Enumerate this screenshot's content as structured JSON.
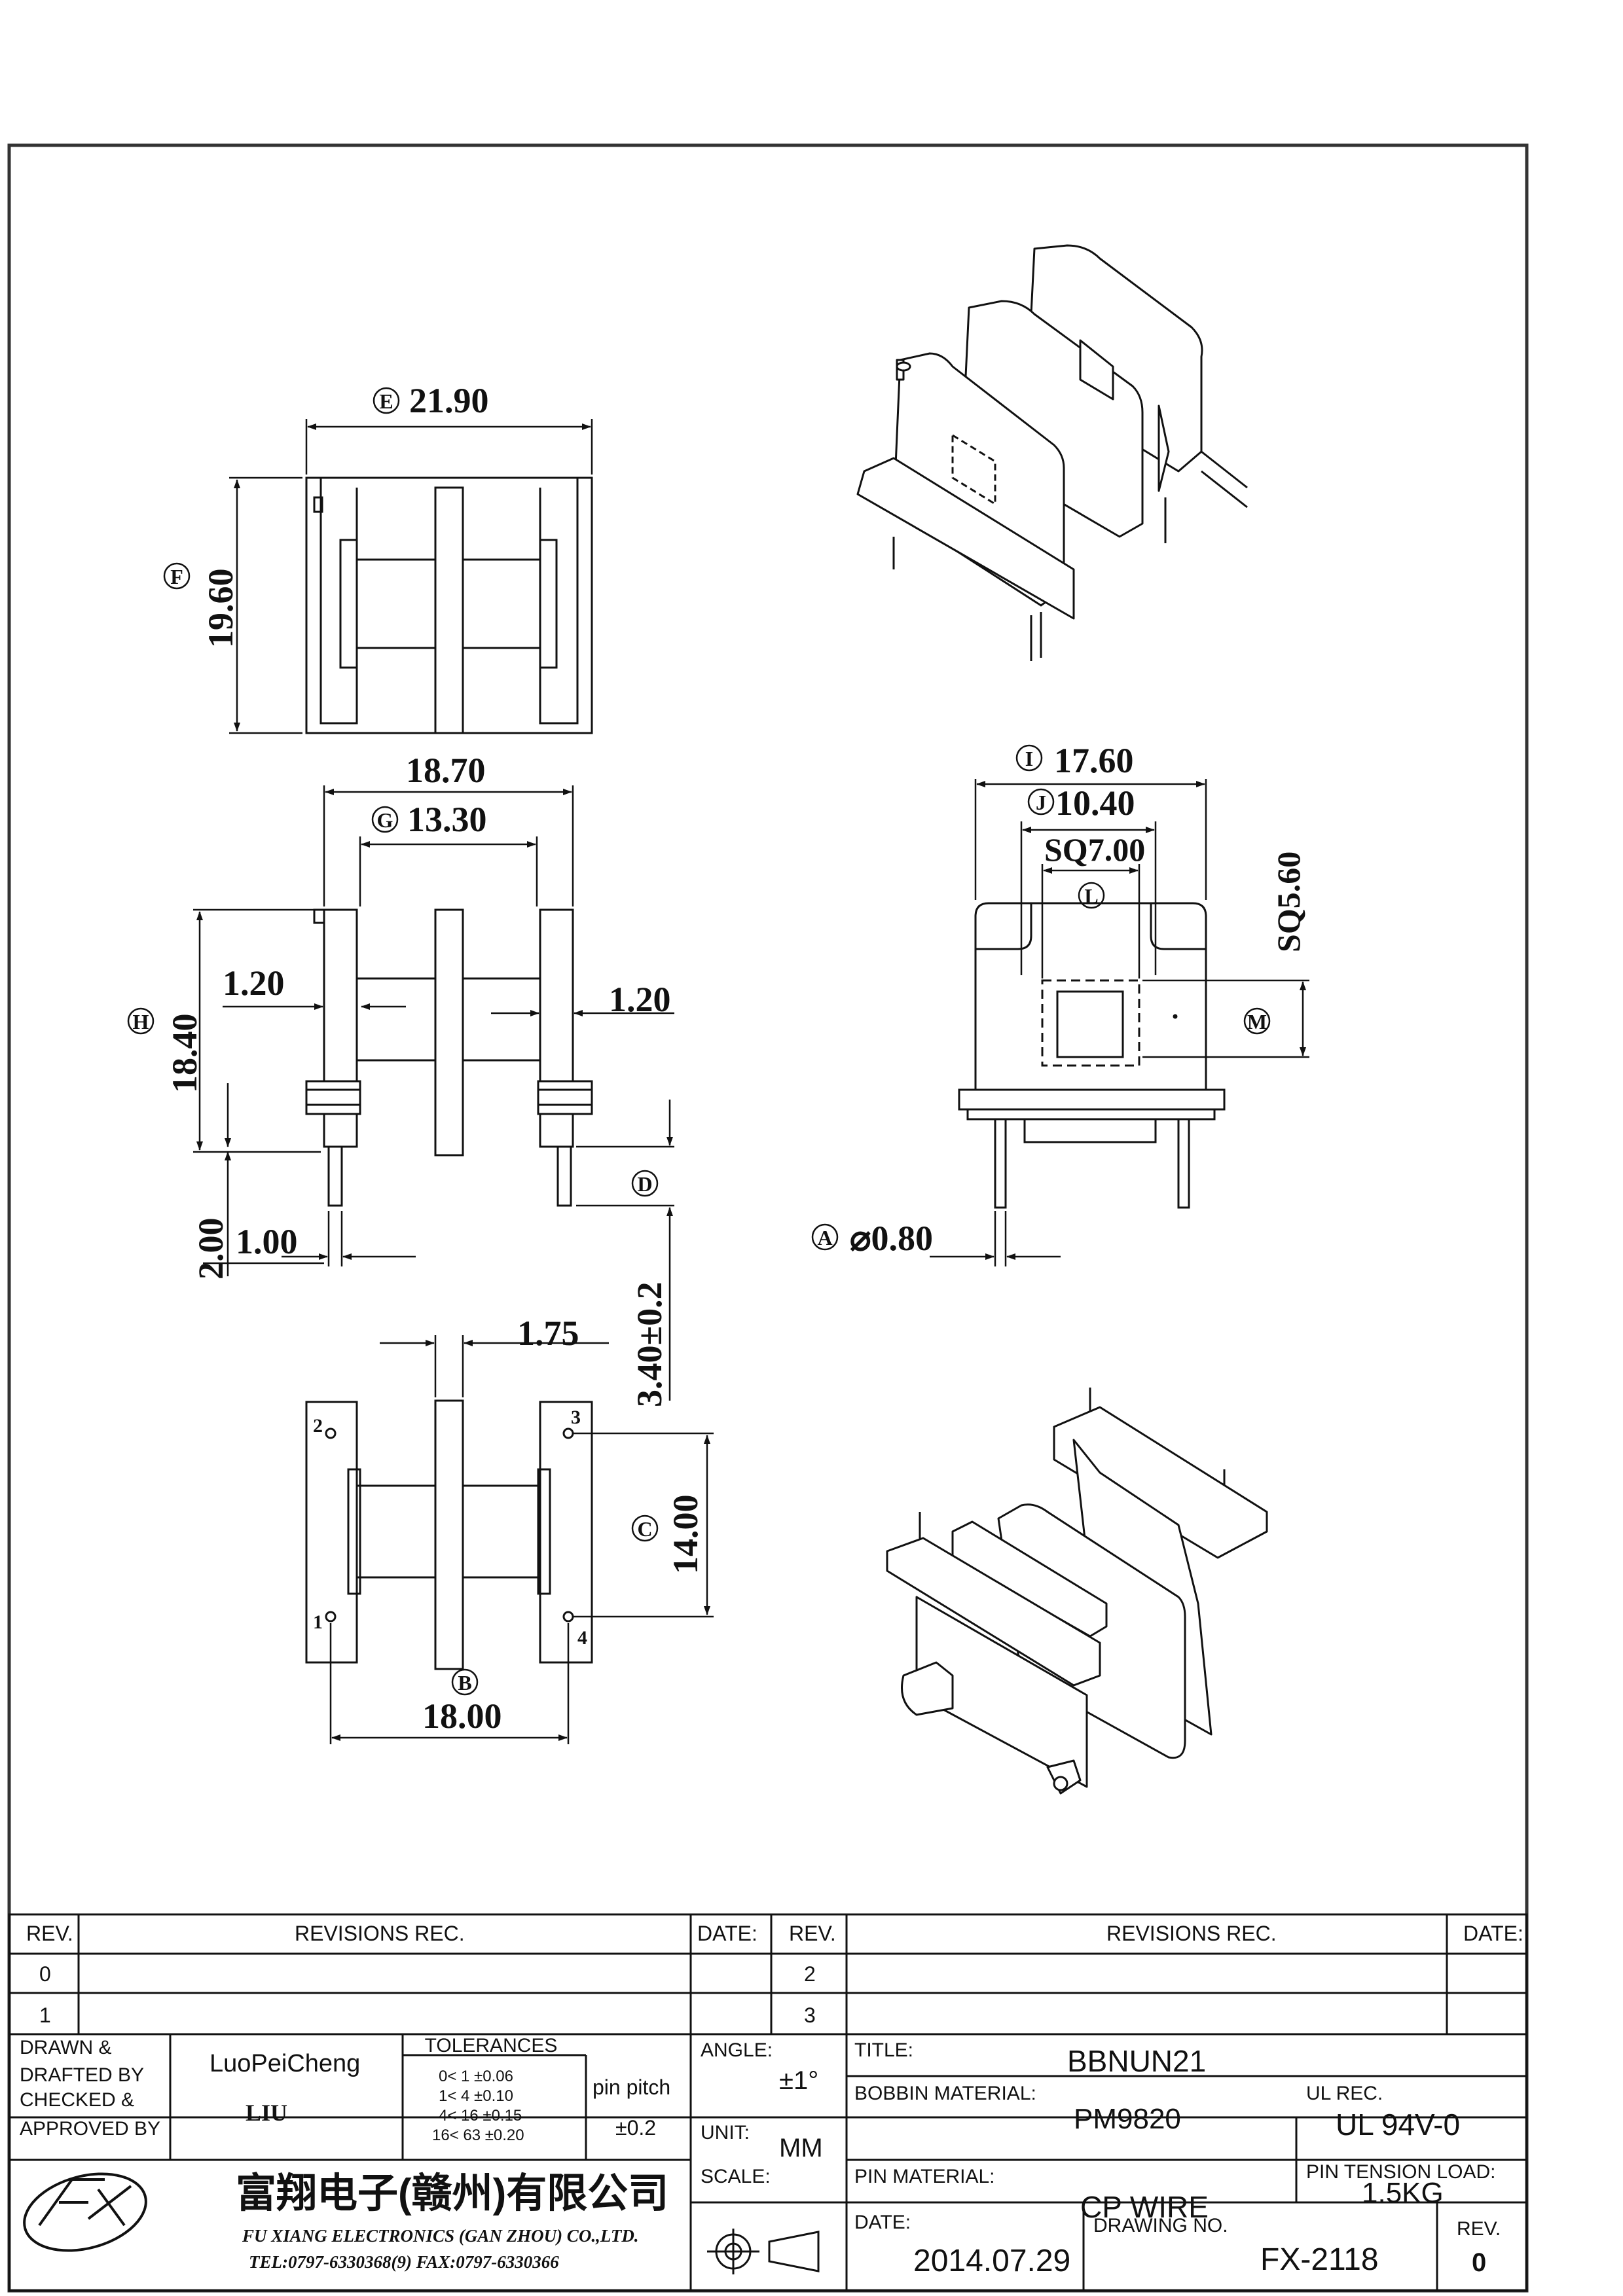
{
  "dimensions": {
    "top_width": {
      "marker": "E",
      "value": "21.90"
    },
    "top_height": {
      "marker": "F",
      "value": "19.60"
    },
    "front_overall": {
      "value": "18.70"
    },
    "front_inner": {
      "marker": "G",
      "value": "13.30"
    },
    "front_height": {
      "marker": "H",
      "value": "18.40"
    },
    "flange_left": {
      "value": "1.20"
    },
    "flange_right": {
      "value": "1.20"
    },
    "pin_length": {
      "value": "2.00"
    },
    "pin_width": {
      "value": "1.00"
    },
    "base_marker": {
      "marker": "D"
    },
    "pin_height": {
      "value": "3.40±0.2"
    },
    "bottom_center": {
      "value": "1.75"
    },
    "bottom_pitch_v": {
      "marker": "C",
      "value": "14.00"
    },
    "bottom_pitch_h": {
      "marker": "B",
      "value": "18.00"
    },
    "side_overall": {
      "marker": "I",
      "value": "17.60"
    },
    "side_flange": {
      "marker": "J",
      "value": "10.40"
    },
    "side_core": {
      "value": "SQ7.00"
    },
    "side_core_marker": {
      "marker": "L"
    },
    "side_sq": {
      "value": "SQ5.60"
    },
    "side_sq_marker": {
      "marker": "M"
    },
    "pin_dia": {
      "marker": "A",
      "value": "⌀0.80"
    },
    "pin_numbers": [
      "1",
      "2",
      "3",
      "4"
    ]
  },
  "title_block": {
    "headers": {
      "rev": "REV.",
      "revisions": "REVISIONS    REC.",
      "date": "DATE:"
    },
    "left_revs": [
      "0",
      "1"
    ],
    "right_revs": [
      "2",
      "3"
    ],
    "drawn_label": "DRAWN  &\nDRAFTED  BY",
    "drawn_value": "LuoPeiCheng",
    "checked_label": "CHECKED  &\nAPPROVED  BY",
    "checked_value": "LIU",
    "tolerances_title": "TOLERANCES",
    "tolerance_rows": [
      "0<   1    ±0.06",
      "1<   4    ±0.10",
      "4<   16  ±0.15",
      "16<   63  ±0.20"
    ],
    "pin_pitch_label": "pin  pitch",
    "pin_pitch_value": "±0.2",
    "angle_label": "ANGLE:",
    "angle_value": "±1°",
    "unit_label": "UNIT:",
    "unit_value": "MM",
    "scale_label": "SCALE:",
    "title_label": "TITLE:",
    "title_value": "BBNUN21",
    "bobbin_label": "BOBBIN  MATERIAL:",
    "bobbin_value": "PM9820",
    "ul_label": "UL  REC.",
    "ul_value": "UL  94V-0",
    "pin_material_label": "PIN  MATERIAL:",
    "pin_material_value": "CP  WIRE",
    "tension_label": "PIN  TENSION  LOAD:",
    "tension_value": "1.5KG",
    "date_label": "DATE:",
    "date_value": "2014.07.29",
    "drawing_label": "DRAWING  NO.",
    "drawing_value": "FX-2118",
    "rev_label": "REV.",
    "rev_value": "0",
    "company_cn": "富翔电子(赣州)有限公司",
    "company_en": "FU  XIANG  ELECTRONICS  (GAN  ZHOU)  CO.,LTD.",
    "company_tel": "TEL:0797-6330368(9)     FAX:0797-6330366"
  }
}
